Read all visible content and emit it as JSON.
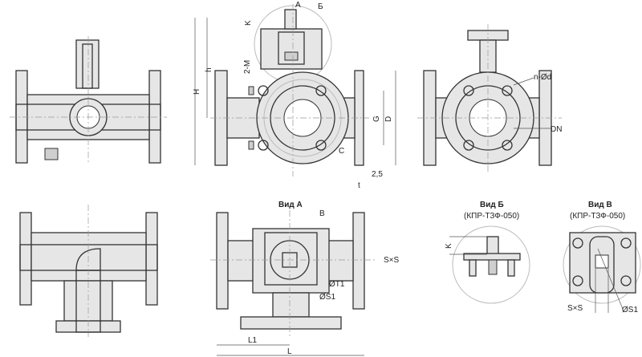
{
  "labels": {
    "view_a_arrow": "A",
    "view_b_callout": "Б",
    "stem_height": "K",
    "height_h": "h",
    "height_H": "H",
    "bolts": "2-M",
    "holes": "n-Ød",
    "G": "G",
    "D": "D",
    "DN": "DN",
    "C": "C",
    "raised_face": "2,5",
    "thickness": "t",
    "view_a_title": "Вид А",
    "view_v_callout": "В",
    "square_a": "S×S",
    "dia_t1": "ØT1",
    "dia_s1_a": "ØS1",
    "L1": "L1",
    "L": "L",
    "view_b_title": "Вид Б",
    "view_b_model": "(КПР-ТЗФ-050)",
    "view_v_title": "Вид В",
    "view_v_model": "(КПР-ТЗФ-050)",
    "k_b": "K",
    "square_v": "S×S",
    "dia_s1_v": "ØS1"
  },
  "colors": {
    "line": "#333333",
    "fill": "#e6e6e6"
  }
}
